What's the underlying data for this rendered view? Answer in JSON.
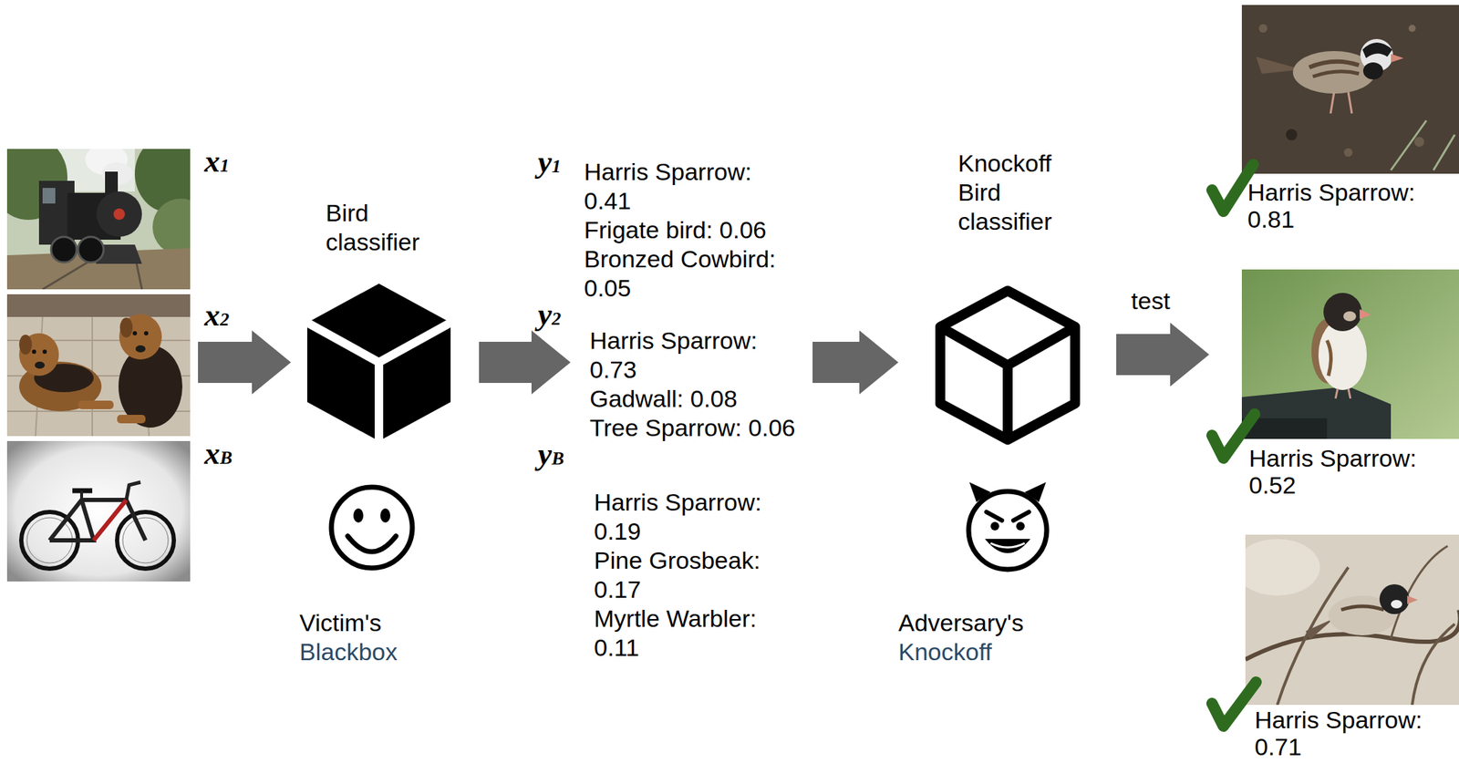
{
  "diagram": {
    "nodes": [
      {
        "text": [
          "x1",
          "x2",
          "xB"
        ]
      },
      {
        "text": [
          "Bird classifier",
          "Victim's",
          "Blackbox"
        ]
      },
      {
        "text": [
          "y1",
          "Harris Sparrow: 0.41",
          "Frigate bird: 0.06",
          "Bronzed Cowbird: 0.05",
          "y2",
          "Harris Sparrow: 0.73",
          "Gadwall: 0.08",
          "Tree Sparrow: 0.06",
          "yB",
          "Harris Sparrow: 0.19",
          "Pine Grosbeak: 0.17",
          "Myrtle Warbler: 0.11"
        ]
      },
      {
        "text": [
          "Knockoff Bird classifier",
          "Adversary's",
          "Knockoff"
        ]
      },
      {
        "text": [
          "Harris Sparrow: 0.81",
          "Harris Sparrow: 0.52",
          "Harris Sparrow: 0.71"
        ]
      }
    ],
    "edges": [
      {
        "from": 0,
        "to": 1,
        "arrow": "to"
      },
      {
        "from": 1,
        "to": 2,
        "arrow": "to"
      },
      {
        "from": 2,
        "to": 3,
        "arrow": "to"
      },
      {
        "from": 3,
        "to": 4,
        "arrow": "to",
        "label": "test"
      }
    ]
  }
}
